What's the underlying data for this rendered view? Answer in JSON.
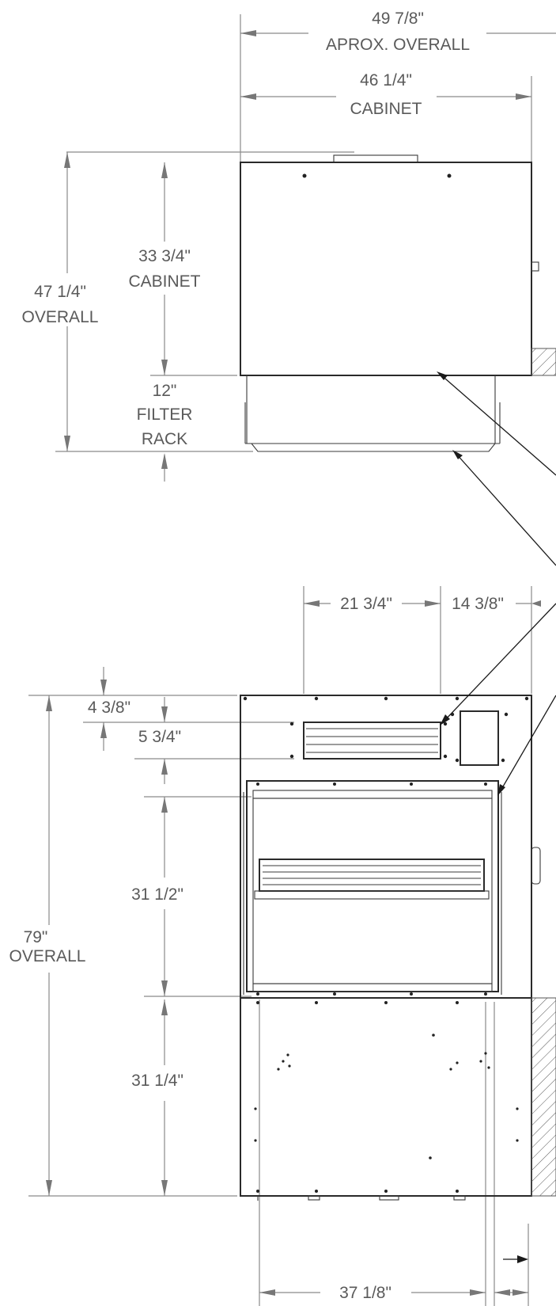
{
  "top_view": {
    "overall_width": {
      "value": "49 7/8\"",
      "label": "APROX. OVERALL"
    },
    "cabinet_width": {
      "value": "46 1/4\"",
      "label": "CABINET"
    },
    "overall_height": {
      "value": "47 1/4\"",
      "label": "OVERALL"
    },
    "cabinet_height": {
      "value": "33 3/4\"",
      "label": "CABINET"
    },
    "filter_rack": {
      "value": "12\"",
      "label1": "FILTER",
      "label2": "RACK"
    }
  },
  "front_view": {
    "offset_a": "21 3/4\"",
    "offset_b": "14 3/8\"",
    "top_gap": "4 3/8\"",
    "grille_height": "5 3/4\"",
    "opening_height": "31 1/2\"",
    "overall_height": {
      "value": "79\"",
      "label": "OVERALL"
    },
    "lower_height": "31 1/4\"",
    "bottom_width": "37 1/8\""
  },
  "colors": {
    "dimension": "#5a5a5a",
    "outline": "#2a2a2a"
  }
}
